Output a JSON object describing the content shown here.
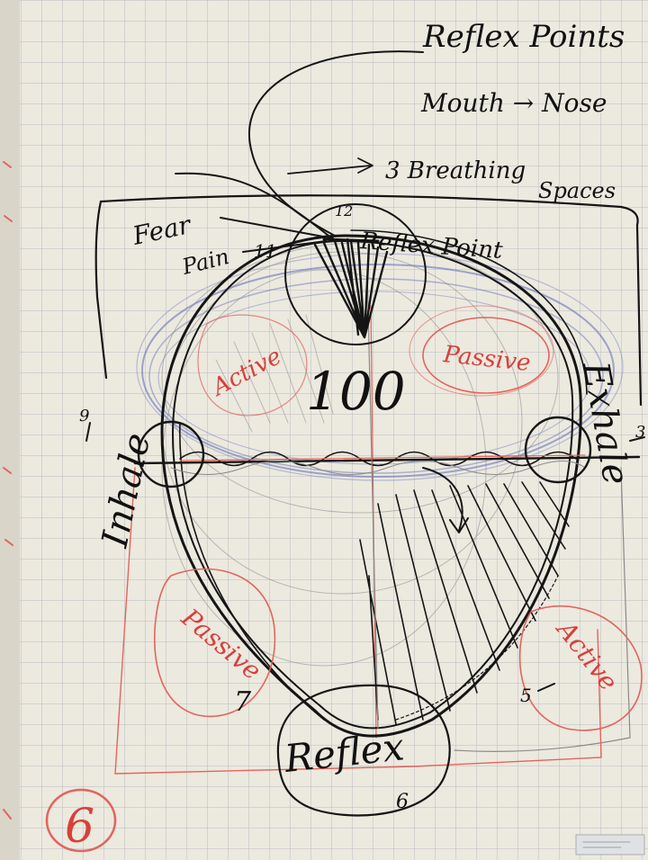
{
  "labels": {
    "title": "Reflex Points",
    "subtitle": "Mouth → Nose",
    "breathing_spaces_line1": "3 Breathing",
    "breathing_spaces_line2": "Spaces",
    "fear": "Fear",
    "pain": "Pain",
    "pain_suffix": "11",
    "twelve": "12",
    "reflex_point": "Reflex Point",
    "hundred": "100",
    "active_top": "Active",
    "passive_top": "Passive",
    "inhale": "Inhale",
    "exhale": "Exhale",
    "nine": "9",
    "three": "3",
    "passive_bottom": "Passive",
    "seven": "7",
    "active_bottom": "Active",
    "five": "5",
    "reflex_bottom": "Reflex",
    "six": "6",
    "page_number": "6"
  },
  "colors": {
    "paper": "#e9e6dc",
    "grid": "#b9bcc0",
    "ink_black": "#151515",
    "ink_red": "#d8403a",
    "ink_blue": "#5a68b8"
  }
}
